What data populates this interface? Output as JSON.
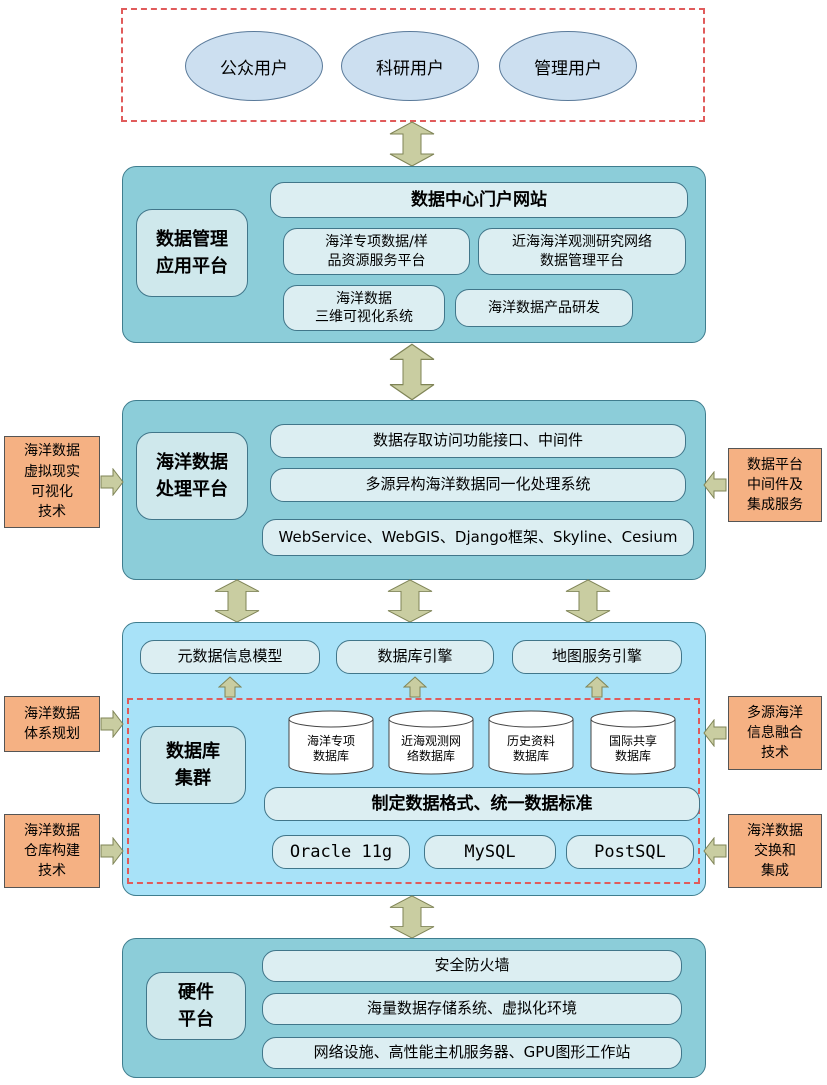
{
  "palette": {
    "teal_panel": "#8ccdd9",
    "light_blue_panel": "#a8e2f8",
    "node_fill": "#dceef2",
    "orange_note": "#f5b183",
    "arrow_fill": "#c9cda1",
    "dashed_border": "#e05b5b"
  },
  "top_users": {
    "items": [
      "公众用户",
      "科研用户",
      "管理用户"
    ]
  },
  "app_platform": {
    "label": "数据管理\n应用平台",
    "portal": "数据中心门户网站",
    "boxes": [
      "海洋专项数据/样\n品资源服务平台",
      "近海海洋观测研究网络\n数据管理平台",
      "海洋数据\n三维可视化系统",
      "海洋数据产品研发"
    ]
  },
  "processing": {
    "label": "海洋数据\n处理平台",
    "rows": [
      "数据存取访问功能接口、中间件",
      "多源异构海洋数据同一化处理系统",
      "WebService、WebGIS、Django框架、Skyline、Cesium"
    ],
    "left_note": "海洋数据\n虚拟现实\n可视化\n技术",
    "right_note": "数据平台\n中间件及\n集成服务"
  },
  "db": {
    "engines": [
      "元数据信息模型",
      "数据库引擎",
      "地图服务引擎"
    ],
    "cluster_label": "数据库\n集群",
    "databases": [
      "海洋专项\n数据库",
      "近海观测网\n络数据库",
      "历史资料\n数据库",
      "国际共享\n数据库"
    ],
    "standard": "制定数据格式、统一数据标准",
    "dbms": [
      "Oracle 11g",
      "MySQL",
      "PostSQL"
    ],
    "left_notes": [
      "海洋数据\n体系规划",
      "海洋数据\n仓库构建\n技术"
    ],
    "right_notes": [
      "多源海洋\n信息融合\n技术",
      "海洋数据\n交换和\n集成"
    ]
  },
  "hardware": {
    "label": "硬件\n平台",
    "rows": [
      "安全防火墙",
      "海量数据存储系统、虚拟化环境",
      "网络设施、高性能主机服务器、GPU图形工作站"
    ]
  }
}
